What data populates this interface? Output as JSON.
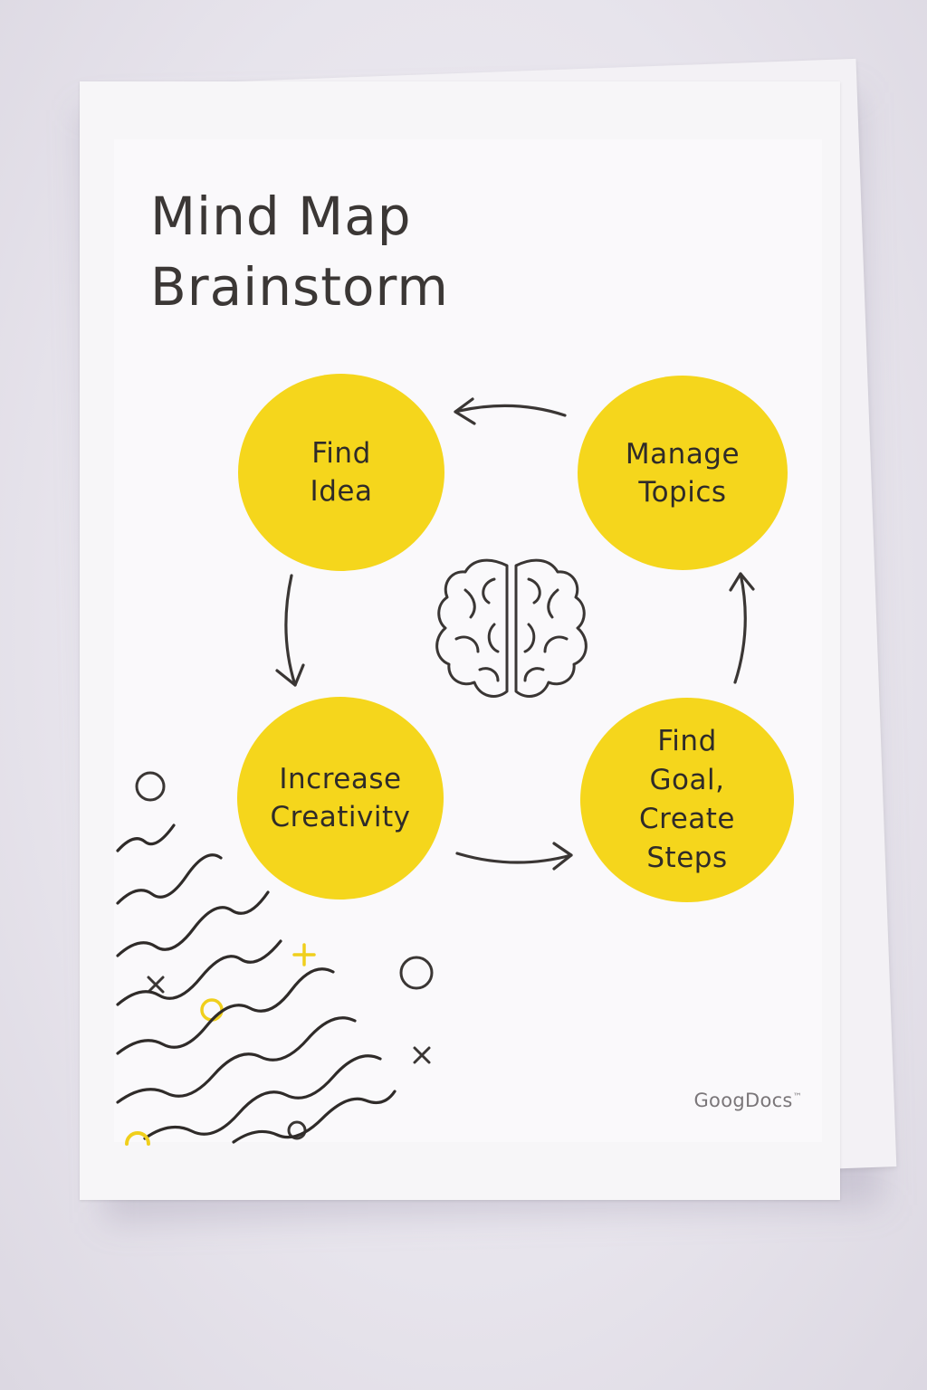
{
  "title": {
    "line1": "Mind Map",
    "line2": "Brainstorm"
  },
  "nodes": [
    {
      "label": "Find\nIdea"
    },
    {
      "label": "Manage\nTopics"
    },
    {
      "label": "Increase\nCreativity"
    },
    {
      "label": "Find\nGoal,\nCreate\nSteps"
    }
  ],
  "center_icon": "brain-icon",
  "brand": {
    "name": "GoogDocs",
    "mark": "™"
  },
  "colors": {
    "node_fill": "#f5d61c",
    "ink": "#3b3735",
    "accent": "#f5d61c"
  }
}
